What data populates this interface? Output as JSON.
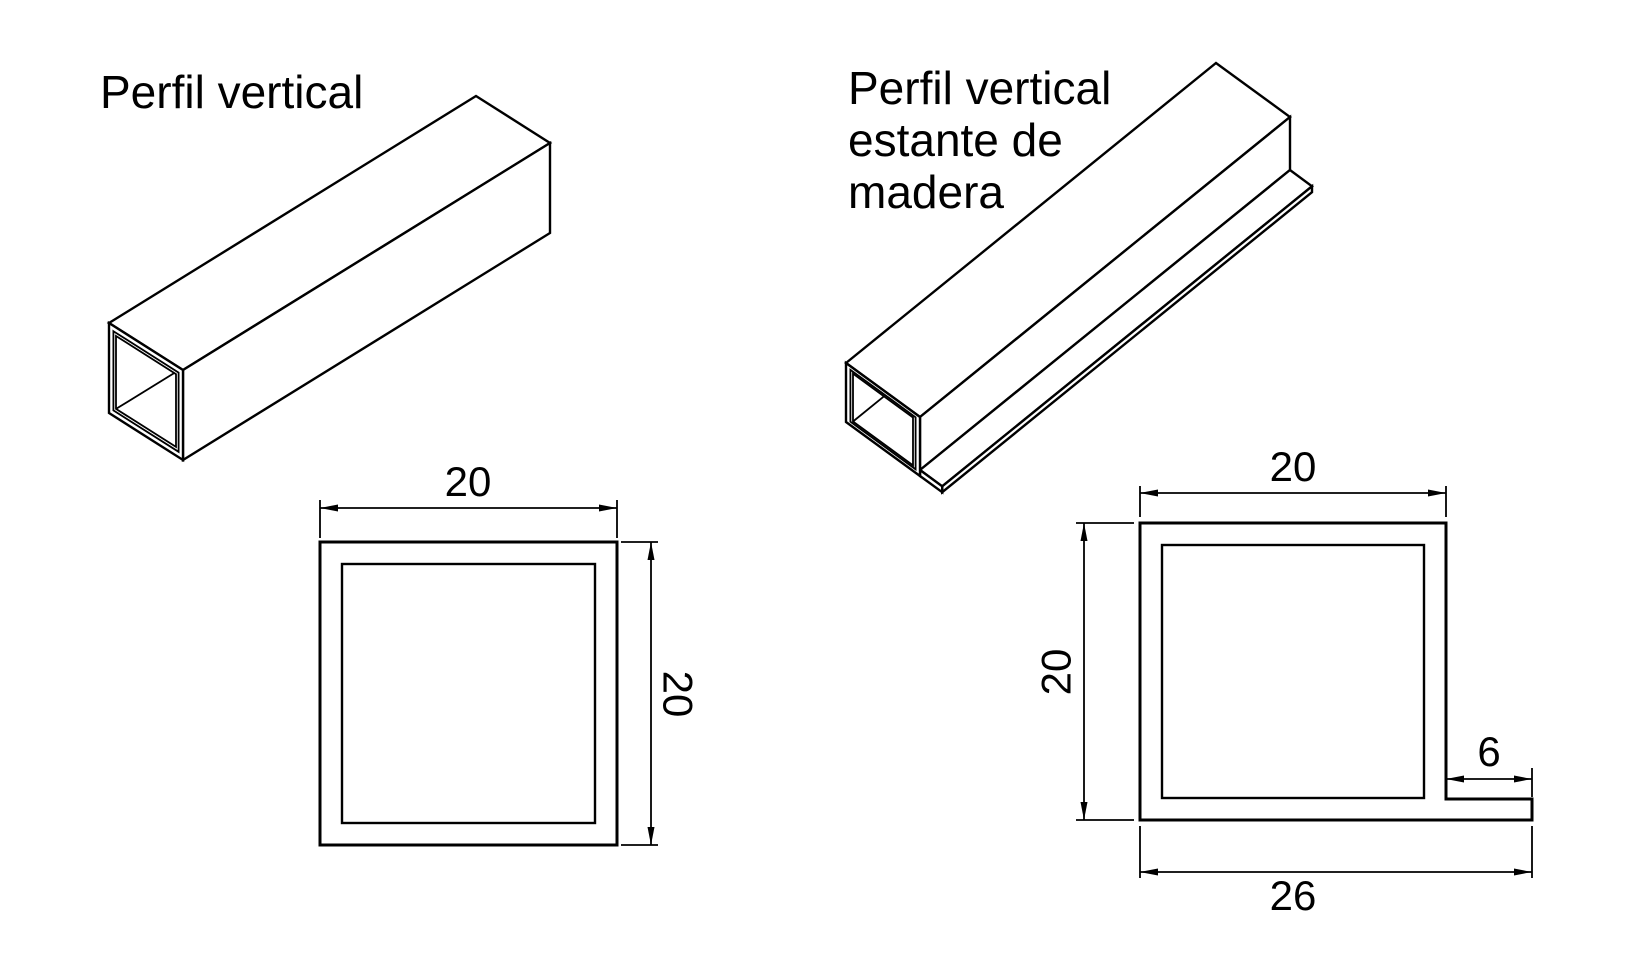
{
  "drawing": {
    "background": "#ffffff",
    "line_color": "#000000",
    "type": "technical-profile-drawing"
  },
  "left_figure": {
    "title": "Perfil vertical",
    "section": {
      "width_label": "20",
      "height_label": "20"
    }
  },
  "right_figure": {
    "title_line1": "Perfil vertical",
    "title_line2": "estante de",
    "title_line3": "madera",
    "section": {
      "width_label": "20",
      "height_label": "20",
      "flange_label": "6",
      "total_width_label": "26"
    }
  }
}
